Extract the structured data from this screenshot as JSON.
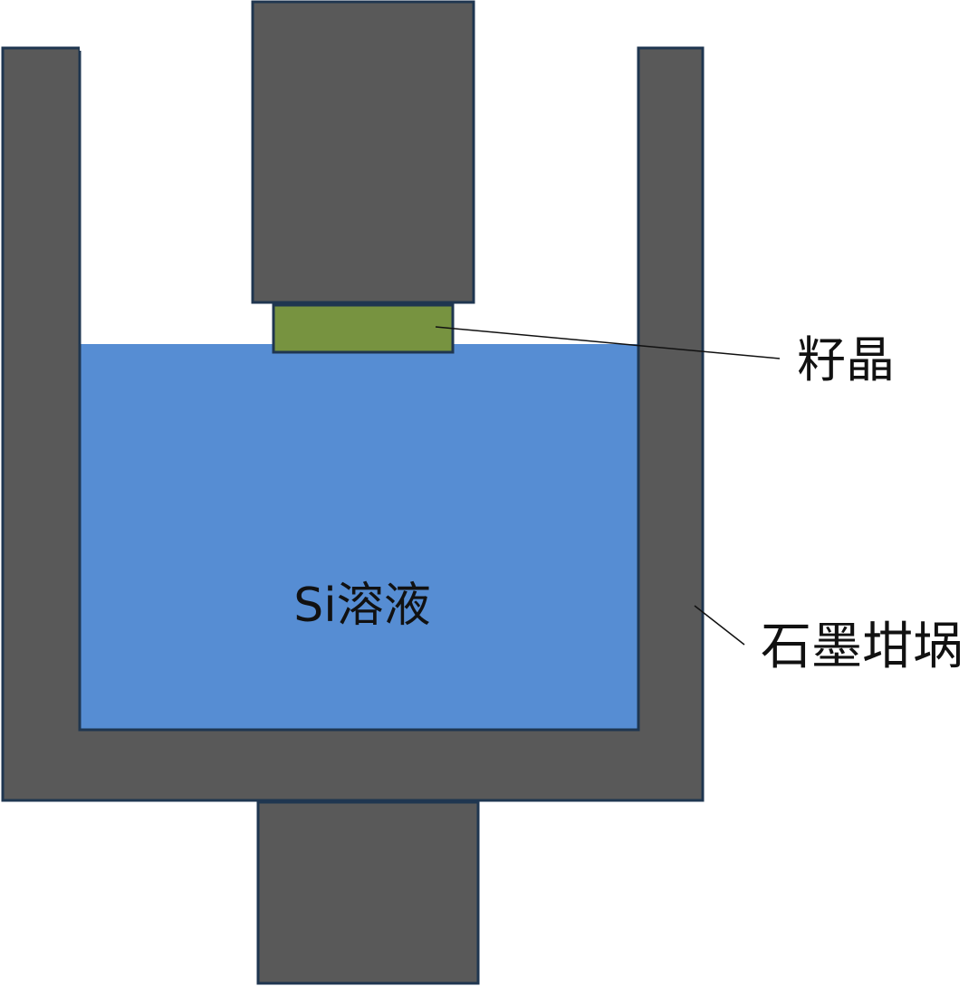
{
  "labels": {
    "seed_crystal": "籽晶",
    "si_solution": "Si溶液",
    "graphite_crucible": "石墨坩埚"
  },
  "colors": {
    "graphite": "#595959",
    "outline": "#1f3650",
    "solution": "#568dd3",
    "seed_crystal": "#779340",
    "text": "#111111",
    "background": "#ffffff"
  }
}
